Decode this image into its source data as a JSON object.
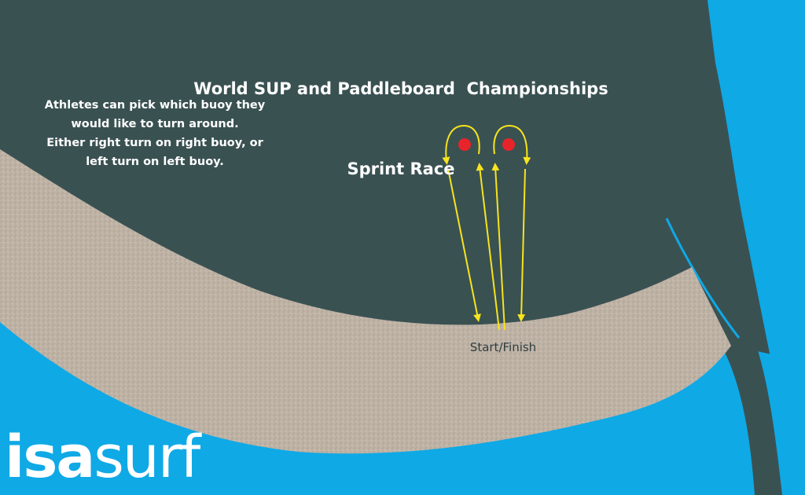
{
  "diagram": {
    "title_line1": "World SUP and Paddleboard  Championships",
    "title_line2": "Sprint Race",
    "note_lines": [
      "Athletes can pick which buoy they",
      "would like to turn around.",
      "Either right turn on right buoy, or",
      "left turn on left buoy."
    ],
    "start_finish_label": "Start/Finish",
    "logo": {
      "bold_part": "isa",
      "light_part": "surf"
    },
    "buoy_count": 2,
    "colors": {
      "ocean_deep": "#3a5152",
      "ocean_shallow": "#0fa9e6",
      "sand": "#bfb3a6",
      "buoy": "#e8242b",
      "route_arrow": "#f7e41d",
      "text_light": "#ffffff",
      "text_dark": "#2f3d3f"
    }
  }
}
